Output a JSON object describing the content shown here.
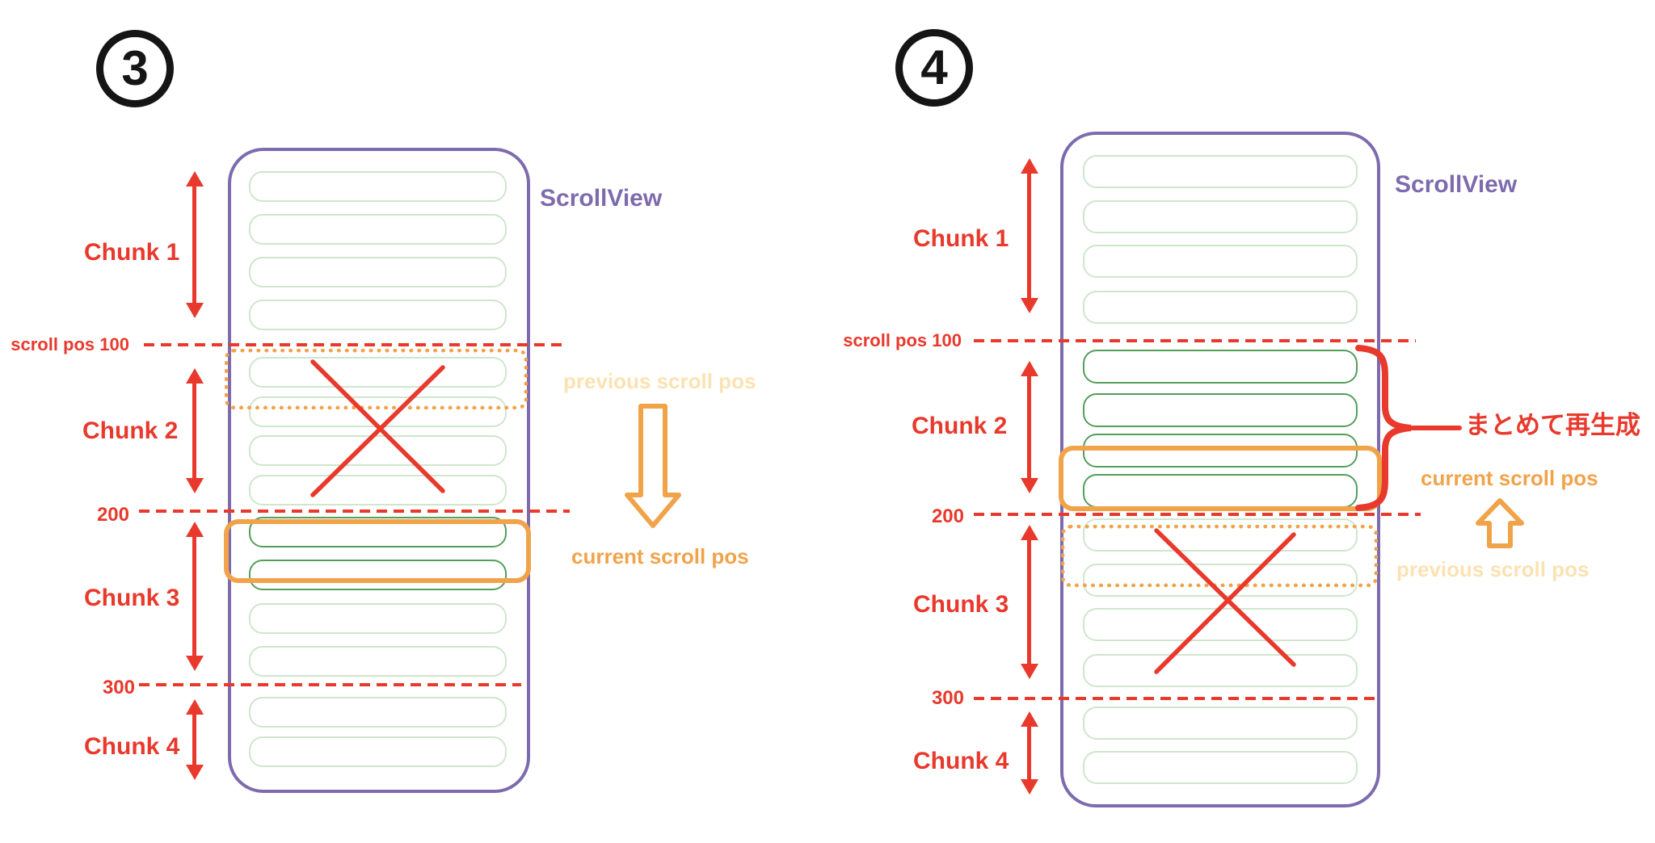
{
  "colors": {
    "red": "#e8392c",
    "orange": "#f1a34a",
    "pale_orange": "#fbe2b2",
    "purple": "#7d6bad",
    "light_green_row_border": "#cfe6cd",
    "dark_green_row_border": "#549e5c",
    "badge_black": "#151515"
  },
  "panels": [
    {
      "badge": "3",
      "scrollview_label": "ScrollView",
      "chunk_labels": [
        "Chunk 1",
        "Chunk 2",
        "Chunk 3",
        "Chunk 4"
      ],
      "scroll_markers": [
        "scroll pos 100",
        "200",
        "300"
      ],
      "previous_label": "previous scroll pos",
      "current_label": "current scroll pos"
    },
    {
      "badge": "4",
      "scrollview_label": "ScrollView",
      "chunk_labels": [
        "Chunk 1",
        "Chunk 2",
        "Chunk 3",
        "Chunk 4"
      ],
      "scroll_markers": [
        "scroll pos 100",
        "200",
        "300"
      ],
      "previous_label": "previous scroll pos",
      "current_label": "current scroll pos",
      "regenerate_label": "まとめて再生成"
    }
  ]
}
